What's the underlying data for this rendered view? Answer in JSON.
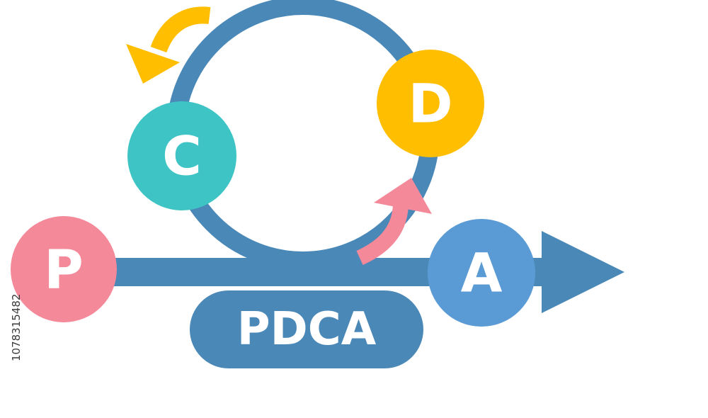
{
  "title_pill": {
    "label": "PDCA"
  },
  "nodes": [
    {
      "key": "p",
      "label": "P",
      "color": "#f4899a"
    },
    {
      "key": "c",
      "label": "C",
      "color": "#3ec4c4"
    },
    {
      "key": "d",
      "label": "D",
      "color": "#ffbe00"
    },
    {
      "key": "a",
      "label": "A",
      "color": "#5b9bd5"
    }
  ],
  "colors": {
    "flow_blue": "#4a88b8",
    "pill_blue": "#4a88b8",
    "arrow_yellow": "#ffbe00",
    "arrow_pink": "#f4899a"
  },
  "watermark": {
    "stock_id": "1078315482"
  }
}
